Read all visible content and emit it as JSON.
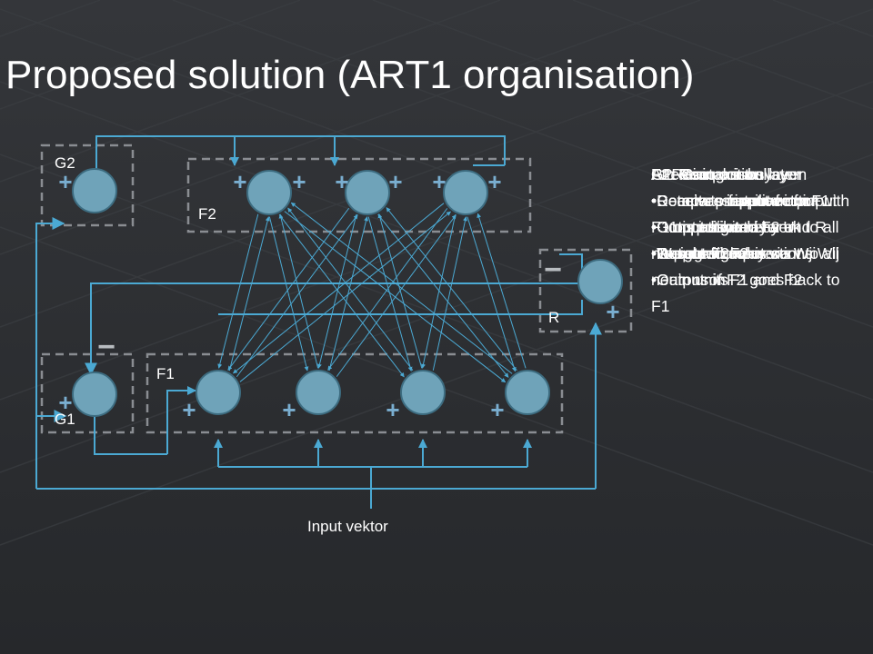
{
  "slide": {
    "title": "Proposed solution (ART1 organisation)"
  },
  "diagram": {
    "labels": {
      "g2": "G2",
      "f2": "F2",
      "r": "R",
      "f1": "F1",
      "g1": "G1",
      "input": "Input vektor"
    },
    "plus_sign": "+",
    "minus_sign": "−"
  },
  "text_overlays": [
    "Attentional subsystem\n•Reacts to familiar input\n•Comparison layer\n•Recognition layer\n•Gain units",
    "F2: Recognition layer\n•Receives output from F1\n•Competitive network\n•Weighted connections Wij\n•Output of F2 goes back to F1",
    "G2: Gain control\n•Detects presence of input\n•Output signal is sent to all neurons in F2",
    "F1: Comparison layer\n•Receives input vector\n•Output sent to F2 and R\n•Top-down input via Wji",
    "R: Reset\n•Compares input vector with F1 output\n•Resets F2 neurons",
    "G1: Gain control\n•Receives input vector\n•G1 is inhibited by U\n•Output signal is sent to all neurons in F1 and F2"
  ],
  "colors": {
    "background": "#2e3033",
    "node_fill": "#6fa3b9",
    "node_stroke": "#3d6c80",
    "line": "#4ba9d3",
    "box_dash": "#8a8d92",
    "plus": "#7aaed0",
    "minus": "#b8bcc0",
    "text": "#ffffff"
  }
}
